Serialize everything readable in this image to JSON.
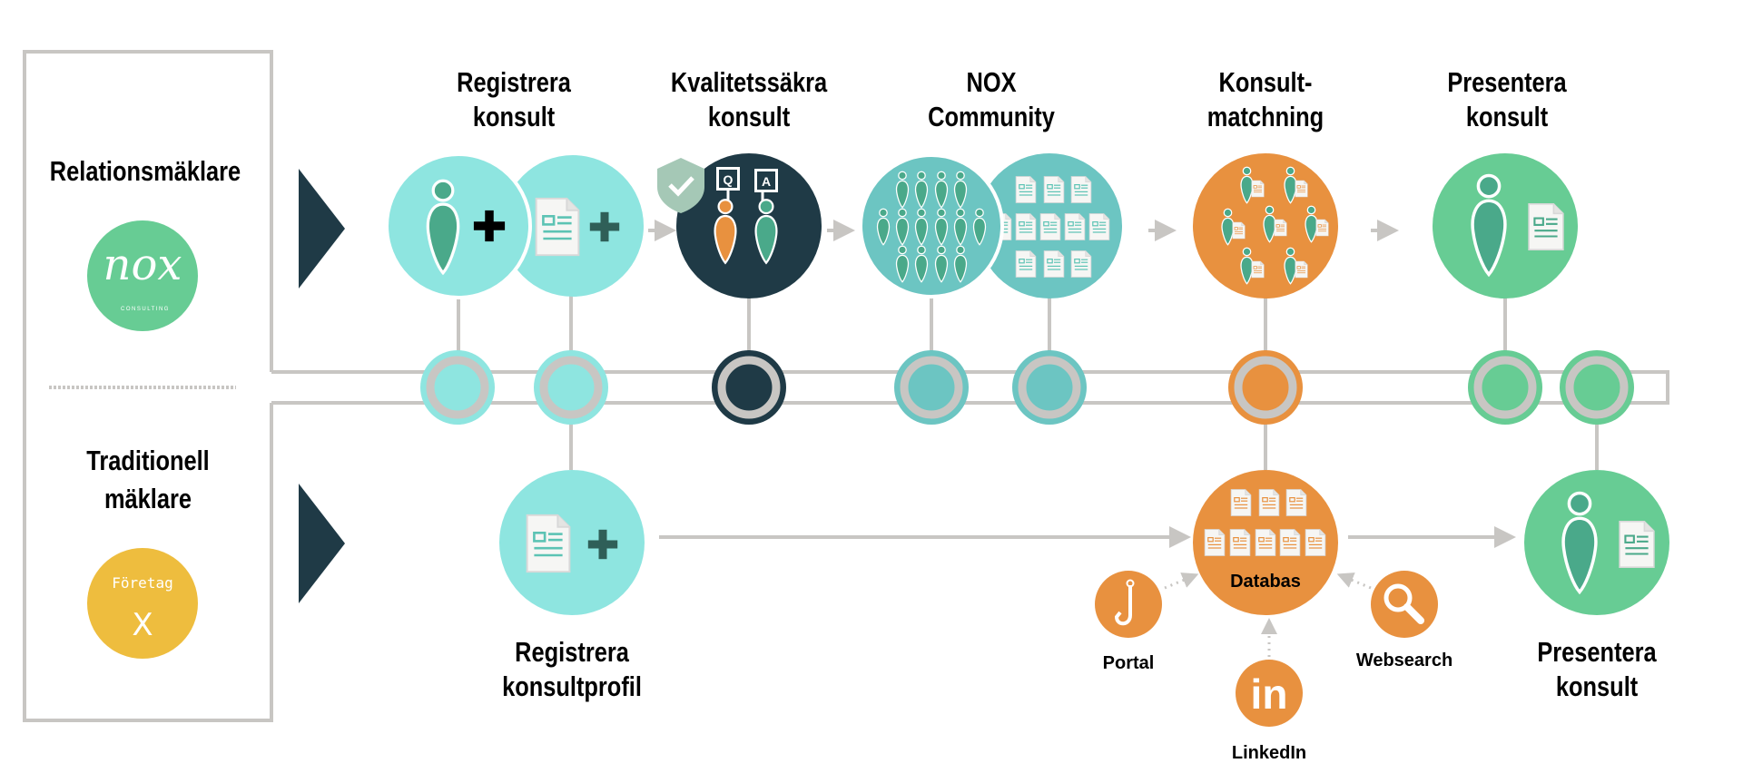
{
  "left_panel": {
    "top_label": "Relationsmäklare",
    "top_logo": {
      "text": "nox",
      "subtext": "CONSULTING"
    },
    "bottom_label_line1": "Traditionell",
    "bottom_label_line2": "mäklare",
    "bottom_logo": {
      "text": "Företag",
      "subtext": "X"
    }
  },
  "top_steps": [
    {
      "line1": "Registrera",
      "line2": "konsult"
    },
    {
      "line1": "Kvalitetssäkra",
      "line2": "konsult",
      "bubbles": [
        "Q",
        "A"
      ]
    },
    {
      "line1": "NOX",
      "line2": "Community"
    },
    {
      "line1": "Konsult-",
      "line2": "matchning"
    },
    {
      "line1": "Presentera",
      "line2": "konsult"
    }
  ],
  "bottom_steps": [
    {
      "line1": "Registrera",
      "line2": "konsultprofil"
    },
    {
      "label": "Databas"
    },
    {
      "line1": "Presentera",
      "line2": "konsult"
    }
  ],
  "sources": [
    {
      "label": "Portal",
      "icon": "hook-icon"
    },
    {
      "label": "LinkedIn",
      "icon": "in",
      "glyph": "in"
    },
    {
      "label": "Websearch",
      "icon": "magnifier-icon"
    }
  ],
  "colors": {
    "light_teal": "#8ee5e0",
    "teal": "#6cc5c2",
    "dark": "#1f3a46",
    "orange": "#e8913f",
    "green": "#67cc94",
    "gold": "#eebd3e",
    "track": "#c8c6c3"
  }
}
